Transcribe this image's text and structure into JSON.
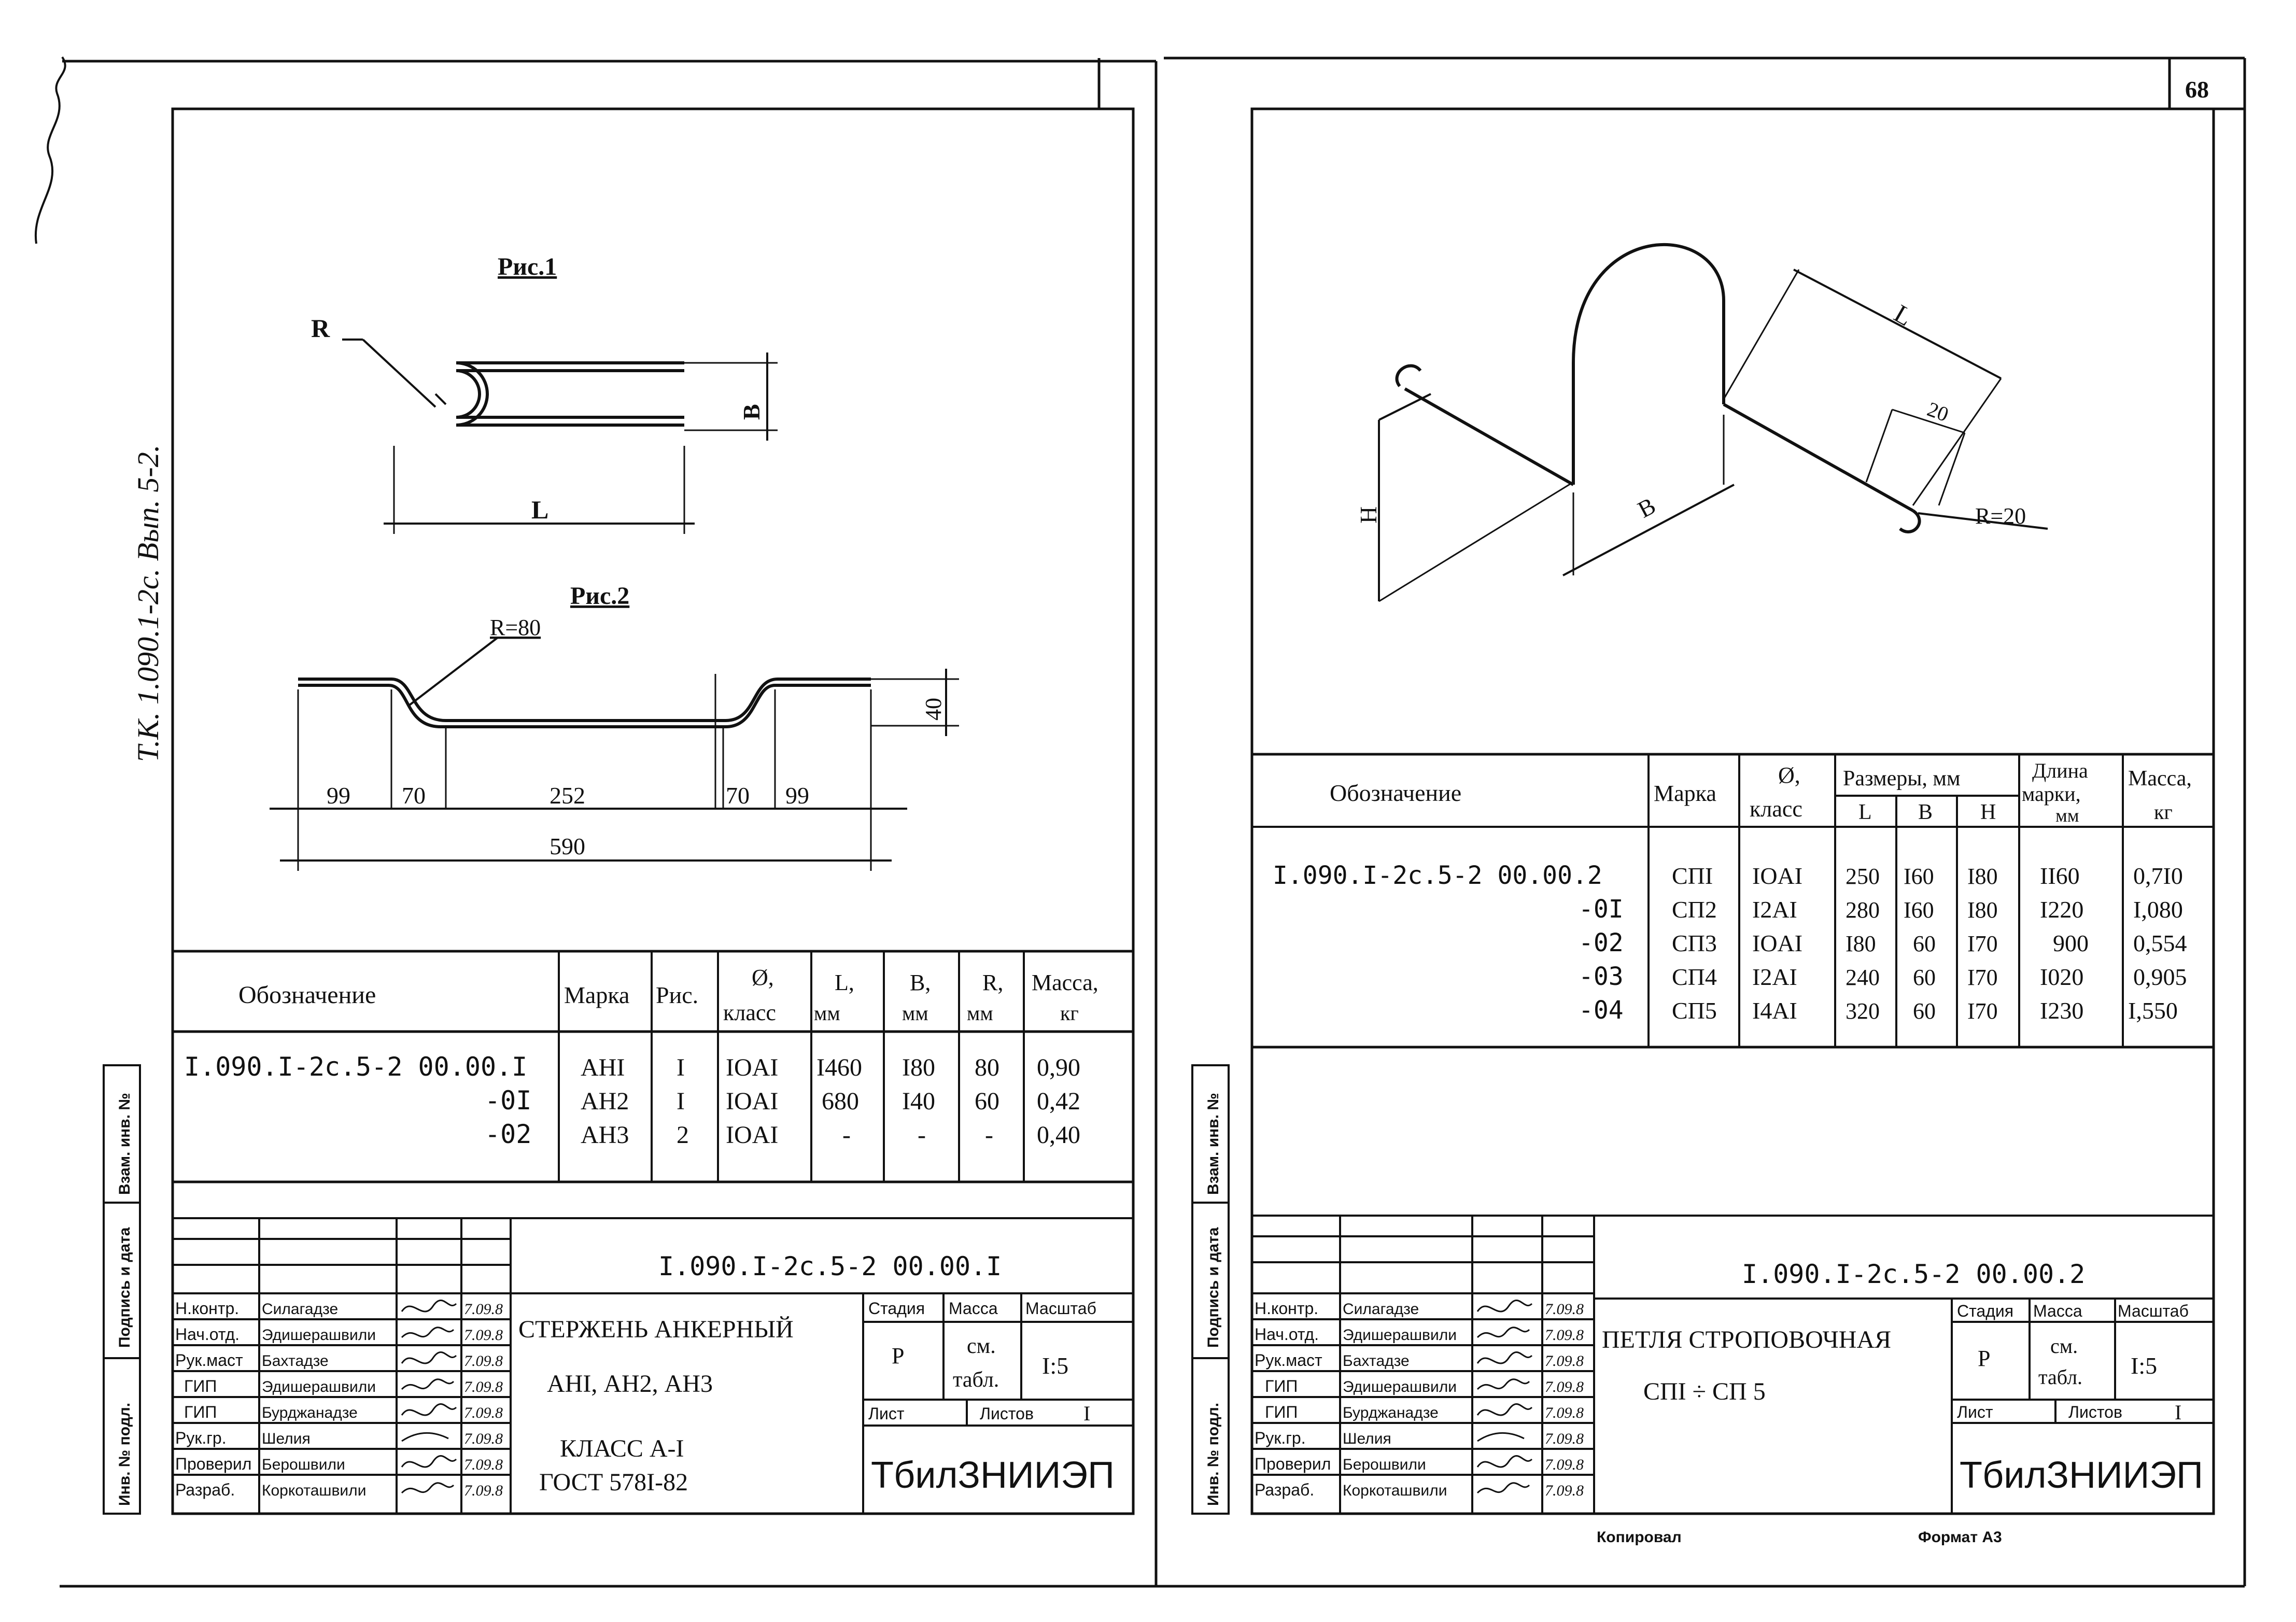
{
  "page_number": "68",
  "side_note": "Т.К. 1.090.1-2с. Вып. 5-2.",
  "left": {
    "fig1_title": "Рис.1",
    "fig1_labels": {
      "r": "R",
      "b": "B",
      "l": "L"
    },
    "fig2_title": "Рис.2",
    "fig2_labels": {
      "r": "R=80",
      "h": "40",
      "d1": "99",
      "d2": "70",
      "d3": "252",
      "d4": "70",
      "d5": "99",
      "total": "590"
    },
    "table": {
      "headers": {
        "oboz": "Обозначение",
        "marka": "Марка",
        "ris": "Рис.",
        "dia1": "Ø,",
        "dia2": "класс",
        "l1": "L,",
        "l2": "мм",
        "b1": "B,",
        "b2": "мм",
        "r1": "R,",
        "r2": "мм",
        "m1": "Масса,",
        "m2": "кг"
      },
      "rows": [
        {
          "oboz": "I.090.I-2с.5-2 00.00.I",
          "marka": "АНI",
          "ris": "I",
          "dia": "IOAI",
          "l": "I460",
          "b": "I80",
          "r": "80",
          "mass": "0,90"
        },
        {
          "oboz": "-0I",
          "marka": "АН2",
          "ris": "I",
          "dia": "IOAI",
          "l": "680",
          "b": "I40",
          "r": "60",
          "mass": "0,42"
        },
        {
          "oboz": "-02",
          "marka": "АН3",
          "ris": "2",
          "dia": "IOAI",
          "l": "-",
          "b": "-",
          "r": "-",
          "mass": "0,40"
        }
      ]
    },
    "stamp": {
      "code": "I.090.I-2с.5-2  00.00.I",
      "title1": "СТЕРЖЕНЬ  АНКЕРНЫЙ",
      "title2": "АНI, АН2, АН3",
      "title3": "КЛАСС А-I",
      "title4": "ГОСТ 578I-82",
      "h_stage": "Стадия",
      "h_mass": "Масса",
      "h_scale": "Масштаб",
      "stage": "Р",
      "mass1": "см.",
      "mass2": "табл.",
      "scale": "I:5",
      "sheet": "Лист",
      "sheets": "Листов",
      "sheets_val": "I",
      "org": "ТбилЗНИИЭП",
      "signers": [
        {
          "role": "Н.контр.",
          "name": "Силагадзе",
          "date": "7.09.8"
        },
        {
          "role": "Нач.отд.",
          "name": "Эдишерашвили",
          "date": "7.09.8"
        },
        {
          "role": "Рук.маст",
          "name": "Бахтадзе",
          "date": "7.09.8"
        },
        {
          "role": "ГИП",
          "name": "Эдишерашвили",
          "date": "7.09.8"
        },
        {
          "role": "ГИП",
          "name": "Бурджанадзе",
          "date": "7.09.8"
        },
        {
          "role": "Рук.гр.",
          "name": "Шелия",
          "date": "7.09.8"
        },
        {
          "role": "Проверил",
          "name": "Берошвили",
          "date": "7.09.8"
        },
        {
          "role": "Разраб.",
          "name": "Коркоташвили",
          "date": "7.09.8"
        }
      ]
    },
    "margin_labels": [
      "Инв. № подл.",
      "Подпись и дата",
      "Взам. инв. №"
    ]
  },
  "right": {
    "fig_labels": {
      "l": "L",
      "h": "H",
      "b": "B",
      "d": "20",
      "r": "R=20"
    },
    "table": {
      "headers": {
        "oboz": "Обозначение",
        "marka": "Марка",
        "dia1": "Ø,",
        "dia2": "класс",
        "sizes": "Размеры, мм",
        "l": "L",
        "b": "B",
        "h": "H",
        "len1": "Длина",
        "len2": "марки,",
        "len3": "мм",
        "m1": "Масса,",
        "m2": "кг"
      },
      "rows": [
        {
          "oboz": "I.090.I-2с.5-2 00.00.2",
          "marka": "СПI",
          "dia": "IOAI",
          "l": "250",
          "b": "I60",
          "h": "I80",
          "len": "II60",
          "mass": "0,7I0"
        },
        {
          "oboz": "-0I",
          "marka": "СП2",
          "dia": "I2AI",
          "l": "280",
          "b": "I60",
          "h": "I80",
          "len": "I220",
          "mass": "I,080"
        },
        {
          "oboz": "-02",
          "marka": "СП3",
          "dia": "IOAI",
          "l": "I80",
          "b": "60",
          "h": "I70",
          "len": "900",
          "mass": "0,554"
        },
        {
          "oboz": "-03",
          "marka": "СП4",
          "dia": "I2AI",
          "l": "240",
          "b": "60",
          "h": "I70",
          "len": "I020",
          "mass": "0,905"
        },
        {
          "oboz": "-04",
          "marka": "СП5",
          "dia": "I4AI",
          "l": "320",
          "b": "60",
          "h": "I70",
          "len": "I230",
          "mass": "I,550"
        }
      ]
    },
    "stamp": {
      "code": "I.090.I-2с.5-2  00.00.2",
      "title1": "ПЕТЛЯ  СТРОПОВОЧНАЯ",
      "title2": "СПI ÷ СП 5",
      "h_stage": "Стадия",
      "h_mass": "Масса",
      "h_scale": "Масштаб",
      "stage": "Р",
      "mass1": "см.",
      "mass2": "табл.",
      "scale": "I:5",
      "sheet": "Лист",
      "sheets": "Листов",
      "sheets_val": "I",
      "org": "ТбилЗНИИЭП",
      "signers": [
        {
          "role": "Н.контр.",
          "name": "Силагадзе",
          "date": "7.09.8"
        },
        {
          "role": "Нач.отд.",
          "name": "Эдишерашвили",
          "date": "7.09.8"
        },
        {
          "role": "Рук.маст",
          "name": "Бахтадзе",
          "date": "7.09.8"
        },
        {
          "role": "ГИП",
          "name": "Эдишерашвили",
          "date": "7.09.8"
        },
        {
          "role": "ГИП",
          "name": "Бурджанадзе",
          "date": "7.09.8"
        },
        {
          "role": "Рук.гр.",
          "name": "Шелия",
          "date": "7.09.8"
        },
        {
          "role": "Проверил",
          "name": "Берошвили",
          "date": "7.09.8"
        },
        {
          "role": "Разраб.",
          "name": "Коркоташвили",
          "date": "7.09.8"
        }
      ]
    },
    "margin_labels": [
      "Инв. № подл.",
      "Подпись и дата",
      "Взам. инв. №"
    ]
  },
  "footer": {
    "copied": "Копировал",
    "format": "Формат А3"
  }
}
